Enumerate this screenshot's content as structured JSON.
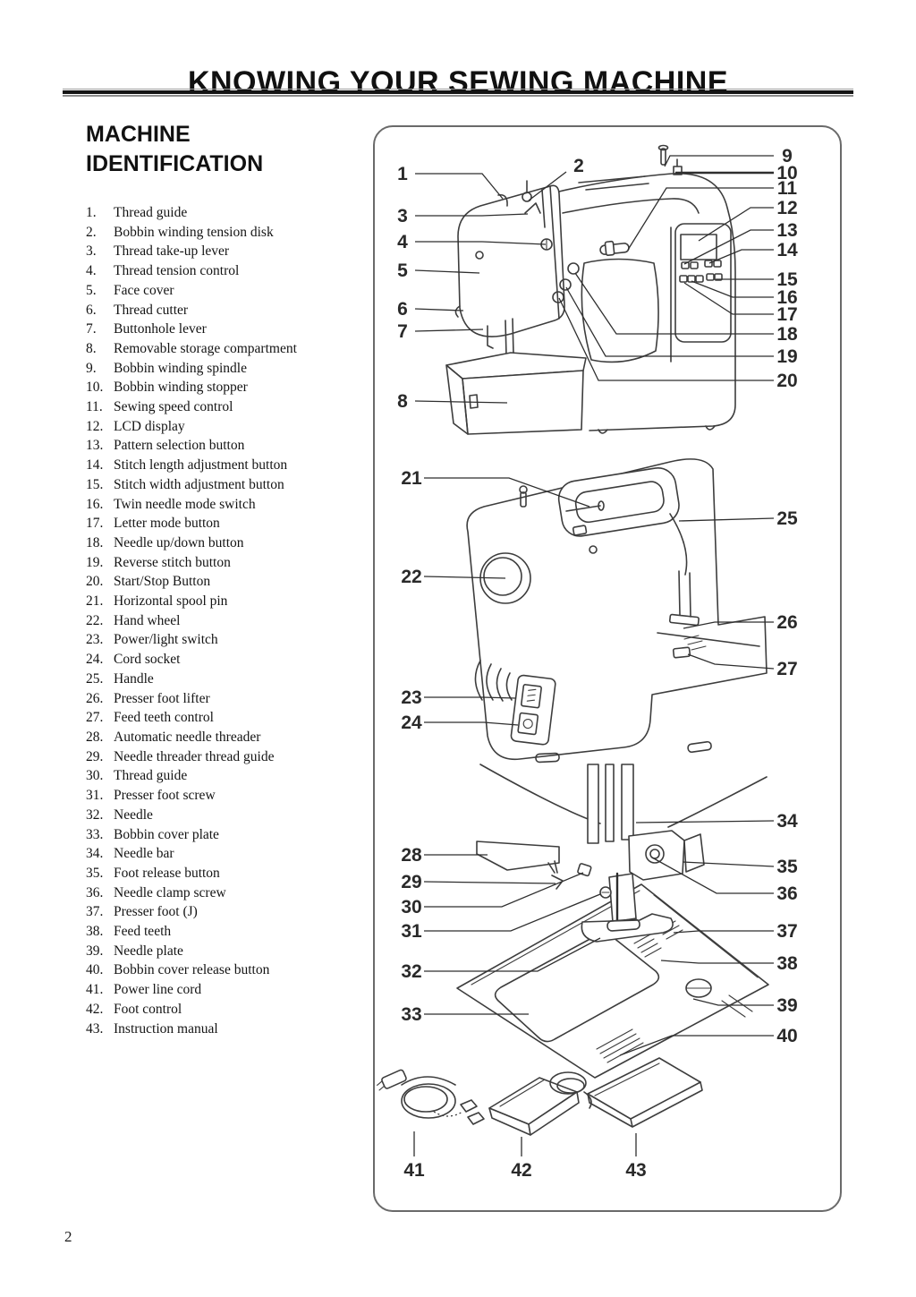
{
  "title": "KNOWING YOUR SEWING MACHINE",
  "page_number": "2",
  "section": {
    "heading_line1": "MACHINE",
    "heading_line2": "IDENTIFICATION"
  },
  "parts": [
    {
      "num": 1,
      "label": "Thread guide"
    },
    {
      "num": 2,
      "label": "Bobbin winding tension disk"
    },
    {
      "num": 3,
      "label": "Thread take-up lever"
    },
    {
      "num": 4,
      "label": "Thread tension control"
    },
    {
      "num": 5,
      "label": "Face cover"
    },
    {
      "num": 6,
      "label": "Thread cutter"
    },
    {
      "num": 7,
      "label": "Buttonhole lever"
    },
    {
      "num": 8,
      "label": "Removable storage compartment"
    },
    {
      "num": 9,
      "label": "Bobbin winding spindle"
    },
    {
      "num": 10,
      "label": "Bobbin winding stopper"
    },
    {
      "num": 11,
      "label": "Sewing speed control"
    },
    {
      "num": 12,
      "label": "LCD display"
    },
    {
      "num": 13,
      "label": "Pattern selection button"
    },
    {
      "num": 14,
      "label": "Stitch length adjustment button"
    },
    {
      "num": 15,
      "label": "Stitch width adjustment button"
    },
    {
      "num": 16,
      "label": "Twin needle mode switch"
    },
    {
      "num": 17,
      "label": "Letter mode button"
    },
    {
      "num": 18,
      "label": "Needle up/down button"
    },
    {
      "num": 19,
      "label": "Reverse stitch button"
    },
    {
      "num": 20,
      "label": "Start/Stop Button"
    },
    {
      "num": 21,
      "label": "Horizontal spool pin"
    },
    {
      "num": 22,
      "label": "Hand wheel"
    },
    {
      "num": 23,
      "label": "Power/light switch"
    },
    {
      "num": 24,
      "label": "Cord socket"
    },
    {
      "num": 25,
      "label": "Handle"
    },
    {
      "num": 26,
      "label": "Presser foot lifter"
    },
    {
      "num": 27,
      "label": "Feed teeth control"
    },
    {
      "num": 28,
      "label": "Automatic needle threader"
    },
    {
      "num": 29,
      "label": "Needle threader thread guide"
    },
    {
      "num": 30,
      "label": "Thread guide"
    },
    {
      "num": 31,
      "label": "Presser foot screw"
    },
    {
      "num": 32,
      "label": "Needle"
    },
    {
      "num": 33,
      "label": "Bobbin cover plate"
    },
    {
      "num": 34,
      "label": "Needle bar"
    },
    {
      "num": 35,
      "label": "Foot release button"
    },
    {
      "num": 36,
      "label": "Needle clamp screw"
    },
    {
      "num": 37,
      "label": "Presser foot (J)"
    },
    {
      "num": 38,
      "label": "Feed teeth"
    },
    {
      "num": 39,
      "label": "Needle plate"
    },
    {
      "num": 40,
      "label": "Bobbin cover release button"
    },
    {
      "num": 41,
      "label": "Power line cord"
    },
    {
      "num": 42,
      "label": "Foot control"
    },
    {
      "num": 43,
      "label": "Instruction manual"
    }
  ],
  "figure": {
    "callout_groups": {
      "front_view": [
        1,
        2,
        3,
        4,
        5,
        6,
        7,
        8,
        9,
        10,
        11,
        12,
        13,
        14,
        15,
        16,
        17,
        18,
        19,
        20
      ],
      "rear_view": [
        21,
        22,
        23,
        24,
        25,
        26,
        27
      ],
      "needle_area_view": [
        28,
        29,
        30,
        31,
        32,
        33,
        34,
        35,
        36,
        37,
        38,
        39,
        40
      ],
      "accessories": [
        41,
        42,
        43
      ]
    }
  }
}
